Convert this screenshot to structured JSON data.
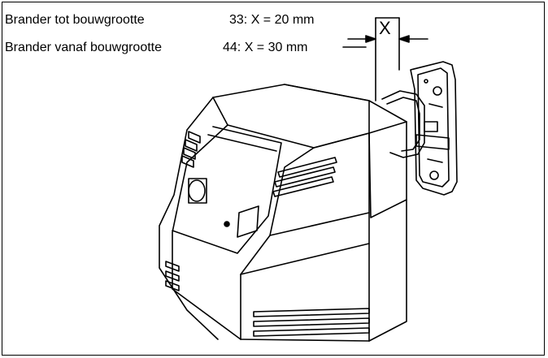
{
  "annotation": {
    "line1_prefix": "Brander tot bouwgrootte",
    "line1_value": "33: X = 20 mm",
    "line2_prefix": "Brander vanaf bouwgrootte",
    "line2_value": "44: X = 30 mm",
    "dimension_symbol": "X"
  }
}
